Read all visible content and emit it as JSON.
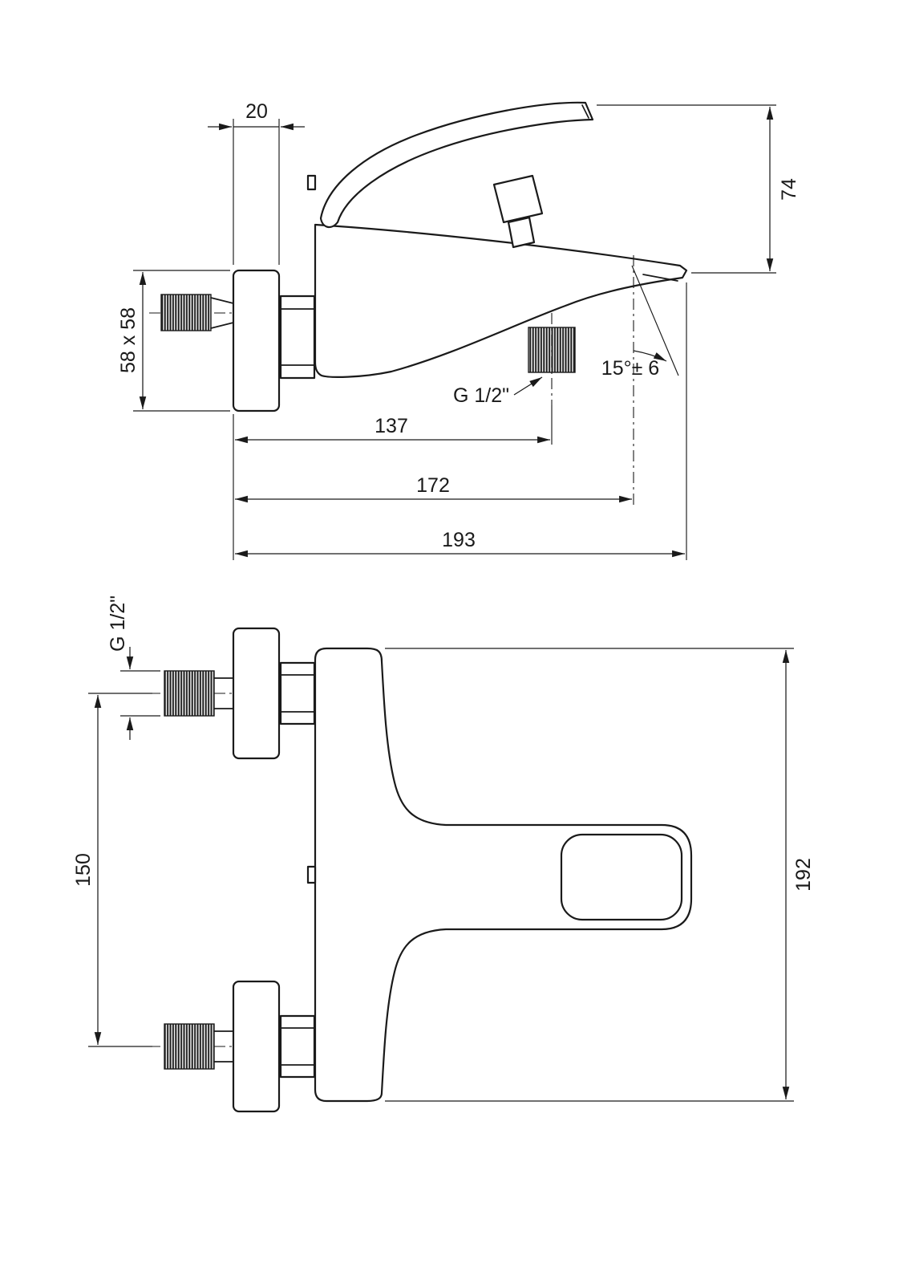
{
  "colors": {
    "ink": "#1a1a1a",
    "paper": "#ffffff"
  },
  "side_view": {
    "plate_depth": "20",
    "spout_drop": "74",
    "plate_size": "58 x 58",
    "outlet_thread": "G 1/2\"",
    "spray_angle": "15°± 6",
    "shower_outlet_reach": "137",
    "spout_axis_reach": "172",
    "total_reach": "193"
  },
  "front_view": {
    "inlet_thread": "G 1/2\"",
    "inlet_spacing": "150",
    "total_height": "192"
  }
}
